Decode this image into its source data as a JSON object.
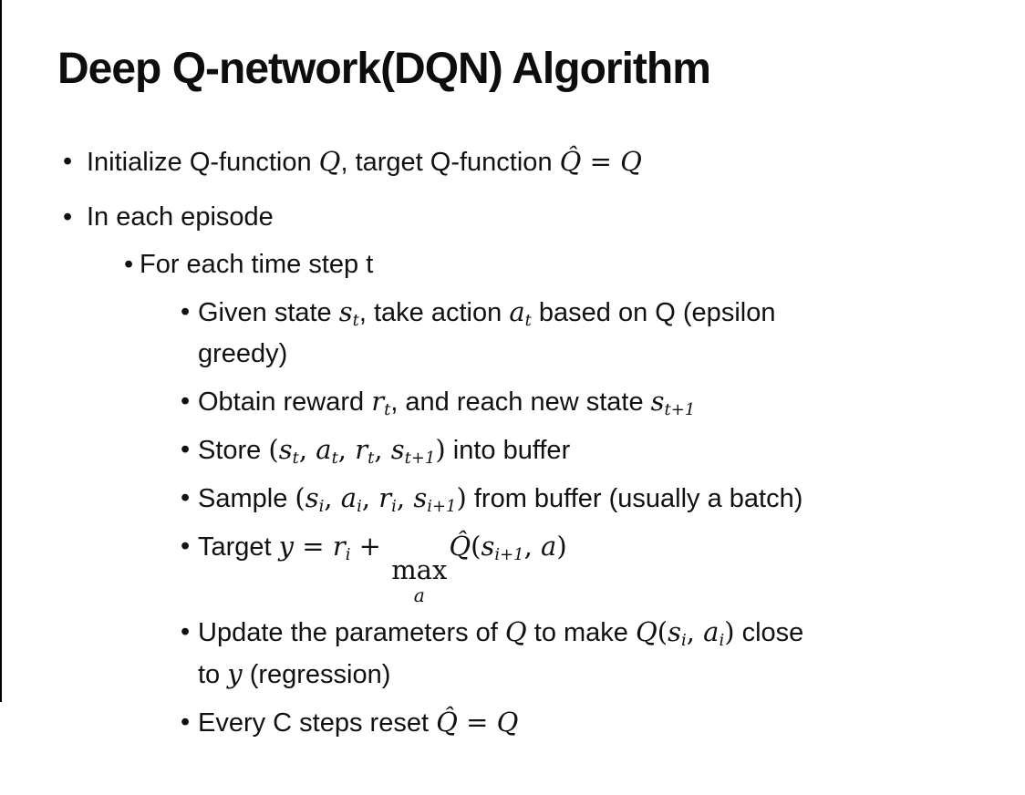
{
  "slide": {
    "title": "Deep Q-network(DQN) Algorithm"
  },
  "colors": {
    "background": "#ffffff",
    "text": "#111111",
    "edge_line": "#000000"
  },
  "list": {
    "bullet_char": "•"
  },
  "bullets": [
    {
      "level": 1,
      "segments": [
        {
          "s": "p",
          "t": "Initialize Q-function "
        },
        {
          "s": "m",
          "t": "Q"
        },
        {
          "s": "p",
          "t": ", target Q-function "
        },
        {
          "s": "m",
          "t": "Q̂"
        },
        {
          "s": "mo",
          "t": " = "
        },
        {
          "s": "m",
          "t": "Q"
        }
      ]
    },
    {
      "level": 1,
      "segments": [
        {
          "s": "p",
          "t": "In each episode"
        }
      ]
    },
    {
      "level": 2,
      "segments": [
        {
          "s": "p",
          "t": "For each time step t"
        }
      ]
    },
    {
      "level": 3,
      "segments": [
        {
          "s": "p",
          "t": "Given state "
        },
        {
          "s": "m",
          "t": "s"
        },
        {
          "s": "sub",
          "t": "t"
        },
        {
          "s": "p",
          "t": ", take action "
        },
        {
          "s": "m",
          "t": "a"
        },
        {
          "s": "sub",
          "t": "t"
        },
        {
          "s": "p",
          "t": " based on Q (epsilon"
        },
        {
          "s": "br"
        },
        {
          "s": "p",
          "t": "greedy)"
        }
      ]
    },
    {
      "level": 3,
      "segments": [
        {
          "s": "p",
          "t": "Obtain reward "
        },
        {
          "s": "m",
          "t": "r"
        },
        {
          "s": "sub",
          "t": "t"
        },
        {
          "s": "p",
          "t": ", and reach new state "
        },
        {
          "s": "m",
          "t": "s"
        },
        {
          "s": "sub",
          "t": "t+1"
        }
      ]
    },
    {
      "level": 3,
      "segments": [
        {
          "s": "p",
          "t": "Store "
        },
        {
          "s": "mo",
          "t": "("
        },
        {
          "s": "m",
          "t": "s"
        },
        {
          "s": "sub",
          "t": "t"
        },
        {
          "s": "mo",
          "t": ", "
        },
        {
          "s": "m",
          "t": "a"
        },
        {
          "s": "sub",
          "t": "t"
        },
        {
          "s": "mo",
          "t": ", "
        },
        {
          "s": "m",
          "t": "r"
        },
        {
          "s": "sub",
          "t": "t"
        },
        {
          "s": "mo",
          "t": ", "
        },
        {
          "s": "m",
          "t": "s"
        },
        {
          "s": "sub",
          "t": "t+1"
        },
        {
          "s": "mo",
          "t": ")"
        },
        {
          "s": "p",
          "t": " into buffer"
        }
      ]
    },
    {
      "level": 3,
      "segments": [
        {
          "s": "p",
          "t": "Sample "
        },
        {
          "s": "mo",
          "t": "("
        },
        {
          "s": "m",
          "t": "s"
        },
        {
          "s": "sub",
          "t": "i"
        },
        {
          "s": "mo",
          "t": ", "
        },
        {
          "s": "m",
          "t": "a"
        },
        {
          "s": "sub",
          "t": "i"
        },
        {
          "s": "mo",
          "t": ", "
        },
        {
          "s": "m",
          "t": "r"
        },
        {
          "s": "sub",
          "t": "i"
        },
        {
          "s": "mo",
          "t": ", "
        },
        {
          "s": "m",
          "t": "s"
        },
        {
          "s": "sub",
          "t": "i+1"
        },
        {
          "s": "mo",
          "t": ")"
        },
        {
          "s": "p",
          "t": " from buffer (usually a batch)"
        }
      ]
    },
    {
      "level": 3,
      "segments": [
        {
          "s": "p",
          "t": "Target "
        },
        {
          "s": "m",
          "t": "y"
        },
        {
          "s": "mo",
          "t": " = "
        },
        {
          "s": "m",
          "t": "r"
        },
        {
          "s": "sub",
          "t": "i"
        },
        {
          "s": "mo",
          "t": " + "
        },
        {
          "s": "underset",
          "t": "max",
          "u": "a"
        },
        {
          "s": "m",
          "t": "Q̂"
        },
        {
          "s": "mo",
          "t": "("
        },
        {
          "s": "m",
          "t": "s"
        },
        {
          "s": "sub",
          "t": "i+1"
        },
        {
          "s": "mo",
          "t": ", "
        },
        {
          "s": "m",
          "t": "a"
        },
        {
          "s": "mo",
          "t": ")"
        }
      ]
    },
    {
      "level": 3,
      "segments": [
        {
          "s": "p",
          "t": "Update the parameters of "
        },
        {
          "s": "m",
          "t": "Q"
        },
        {
          "s": "p",
          "t": " to make "
        },
        {
          "s": "m",
          "t": "Q"
        },
        {
          "s": "mo",
          "t": "("
        },
        {
          "s": "m",
          "t": "s"
        },
        {
          "s": "sub",
          "t": "i"
        },
        {
          "s": "mo",
          "t": ", "
        },
        {
          "s": "m",
          "t": "a"
        },
        {
          "s": "sub",
          "t": "i"
        },
        {
          "s": "mo",
          "t": ")"
        },
        {
          "s": "p",
          "t": " close"
        },
        {
          "s": "br"
        },
        {
          "s": "p",
          "t": "to "
        },
        {
          "s": "m",
          "t": "y"
        },
        {
          "s": "p",
          "t": " (regression)"
        }
      ]
    },
    {
      "level": 3,
      "segments": [
        {
          "s": "p",
          "t": "Every C steps reset "
        },
        {
          "s": "m",
          "t": "Q̂"
        },
        {
          "s": "mo",
          "t": " = "
        },
        {
          "s": "m",
          "t": "Q"
        }
      ]
    }
  ]
}
